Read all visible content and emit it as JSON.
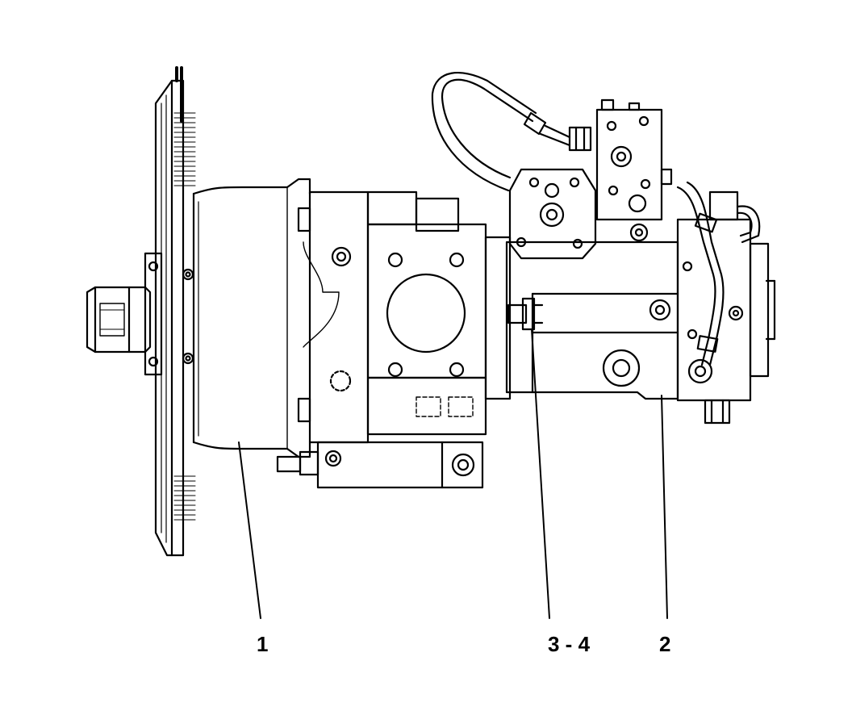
{
  "callouts": {
    "c1": "1",
    "c34": "3 - 4",
    "c2": "2"
  },
  "colors": {
    "line": "#000000",
    "background": "#ffffff"
  }
}
